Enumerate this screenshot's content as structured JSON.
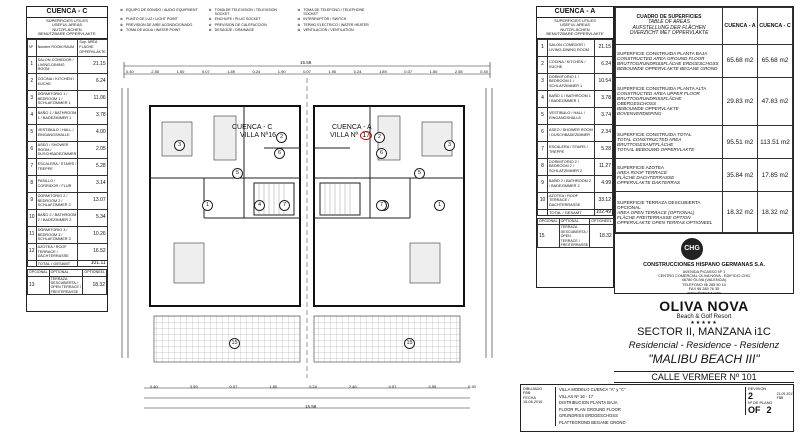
{
  "left_panel": {
    "title": "CUENCA - C",
    "header": [
      "SUPERFICIES UTILES",
      "USEFUL AREAS",
      "NUTZFLÄCHEN",
      "BENUTZBARE OPPERVLAKTE"
    ],
    "col_headers": [
      "Nº",
      "Nombre ROOM RAUM",
      "Sup. AREA FLÄCHE OPPERVLAKTE"
    ],
    "rows": [
      {
        "n": "1",
        "name": "SALON-COMEDOR / LIVING-DINING ROOM",
        "area": "21.15"
      },
      {
        "n": "2",
        "name": "COCINA / KITCHEN / KÜCHE",
        "area": "6.24"
      },
      {
        "n": "3",
        "name": "DORMITORIO 1 / BEDROOM 1 / SCHLAFZIMMER 1",
        "area": "11.06"
      },
      {
        "n": "4",
        "name": "BAÑO 1 / BATHROOM 1 / BADEZIMMER 1",
        "area": "3.78"
      },
      {
        "n": "5",
        "name": "VESTIBULO / HALL / EINGANGSHALLE",
        "area": "4.00"
      },
      {
        "n": "6",
        "name": "ASEO / SHOWER ROOM / DUSCHBADEZIMMER",
        "area": "2.05"
      },
      {
        "n": "7",
        "name": "ESCALERA / STAIRS / TREPPE",
        "area": "5.28"
      },
      {
        "n": "8",
        "name": "PASILLO / CORRIDOR / FLUR",
        "area": "3.14"
      },
      {
        "n": "9",
        "name": "DORMITORIO 2 / BEDROOM 2 / SCHLAFZIMMER 2",
        "area": "13.07"
      },
      {
        "n": "10",
        "name": "BAÑO 2 / BATHROOM 2 / BADEZIMMER 2",
        "area": "5.34"
      },
      {
        "n": "11",
        "name": "DORMITORIO 3 / BEDROOM 3 / SCHLAFZIMMER 3",
        "area": "10.26"
      },
      {
        "n": "12",
        "name": "AZOTEA / ROOF TERRACE / DACHTERRASSE",
        "area": "16.52"
      }
    ],
    "total_label": "TOTAL / GESAMT",
    "total": "101.11",
    "optional_header": [
      "OPCIONAL",
      "OPTIONAL",
      "OPTIONEEL"
    ],
    "optional_row": {
      "n": "13",
      "name": "TERRAZA DESCUBIERTA / OPEN TERRACE / FREITERRASSE",
      "area": "18.32"
    }
  },
  "top_legend": {
    "items": [
      "EQUIPO DE SONIDO / AUDIO EQUIPMENT",
      "TOMA DE TELEVISION / TELEVISION SOCKET",
      "TOMA DE TELEFONO / TELEPHONE SOCKET",
      "PUNTO DE LUZ / LIGHT POINT",
      "ENCHUFE / PLUG SOCKET",
      "INTERRUPTOR / SWITCH",
      "PREVISION DE AIRE ACONDICIONADO",
      "PREVISION DE CALEFACCION",
      "TERMO ELECTRICO / WATER HEATER",
      "TOMA DE AGUA / WATER POINT",
      "DESAGÜE / DRAINAGE",
      "VENTILACION / VENTILATION"
    ]
  },
  "plan": {
    "overall_dim": "15.58",
    "label_c": "CUENCA - C",
    "villa_c": "VILLA Nº16",
    "label_a": "CUENCA - A",
    "villa_a": "VILLA Nº",
    "villa_a_num": "17",
    "top_dims": [
      "0.40",
      "2.55",
      "1.50",
      "0.07",
      "1.89",
      "0.24",
      "1.90",
      "0.07",
      "1.90",
      "0.24",
      "1.89",
      "0.07",
      "1.50",
      "2.55",
      "0.40"
    ],
    "bottom_dims": [
      "0.40",
      "3.59",
      "0.07",
      "1.80",
      "0.24",
      "2.46",
      "0.07",
      "3.59",
      "0.40"
    ],
    "bottom_total": "15.58",
    "room_numbers_c": [
      "1",
      "2",
      "3",
      "4",
      "5",
      "6",
      "7",
      "15"
    ],
    "room_numbers_a": [
      "1",
      "2",
      "3",
      "4",
      "5",
      "6",
      "7",
      "15"
    ]
  },
  "right_panel": {
    "title": "CUENCA - A",
    "header": [
      "SUPERFICIES UTILES",
      "USEFUL AREAS",
      "NUTZFLÄCHEN",
      "BENUTZBARE OPPERVLAKTE"
    ],
    "rows": [
      {
        "n": "1",
        "name": "SALON-COMEDOR / LIVING-DINING ROOM",
        "area": "21.15"
      },
      {
        "n": "2",
        "name": "COCINA / KITCHEN / KÜCHE",
        "area": "6.24"
      },
      {
        "n": "3",
        "name": "DORMITORIO 1 / BEDROOM 1 / SCHLAFZIMMER 1",
        "area": "10.54"
      },
      {
        "n": "4",
        "name": "BAÑO 1 / BATHROOM 1 / BADEZIMMER 1",
        "area": "3.78"
      },
      {
        "n": "5",
        "name": "VESTIBULO / HALL / EINGANGSHALLE",
        "area": "3.74"
      },
      {
        "n": "6",
        "name": "ASEO / SHOWER ROOM / DUSCHBADEZIMMER",
        "area": "2.34"
      },
      {
        "n": "7",
        "name": "ESCALERA / STAIRS / TREPPE",
        "area": "5.28"
      },
      {
        "n": "8",
        "name": "DORMITORIO 2 / BEDROOM 2 / SCHLAFZIMMER 2",
        "area": "11.27"
      },
      {
        "n": "9",
        "name": "BAÑO 2 / BATHROOM 2 / BADEZIMMER 2",
        "area": "4.99"
      },
      {
        "n": "10",
        "name": "AZOTEA / ROOF TERRACE / DACHTERRASSE",
        "area": "33.12"
      }
    ],
    "total_label": "TOTAL / GESAMT",
    "total": "102.49",
    "optional_header": [
      "OPCIONAL",
      "OPTIONAL",
      "OPTIONEEL"
    ],
    "optional_row": {
      "n": "15",
      "name": "TERRAZA DESCUBIERTA / OPEN TERRACE / FREITERRASSE",
      "area": "18.32"
    }
  },
  "surfaces": {
    "header": [
      "CUADRO DE SUPERFICIES",
      "TABLE OF AREAS",
      "AUFSTELLUNG DER FLÄCHEN",
      "OVERZICHT MET OPPERVLAKTE"
    ],
    "col_a": "CUENCA - A",
    "col_c": "CUENCA - C",
    "rows": [
      {
        "lines": [
          "SUPERFICIE CONSTRUIDA PLANTA BAJA",
          "CONSTRUCTED AREA GROUND FLOOR",
          "BRUTTOGRUNDRISSFLÄCHE ERDGESCHOSS",
          "BEBOUWDE OPPERVLAKTE BEGANE GROND"
        ],
        "a": "65.68 m2",
        "c": "65.68 m2"
      },
      {
        "lines": [
          "SUPERFICIE CONSTRUIDA PLANTA ALTA",
          "CONSTRUCTED AREA UPPER FLOOR",
          "BRUTTOGRUNDRISSFLÄCHE OBERGESCHOSS",
          "BEBOUWDE OPPERVLAKTE BOVENVERDIEPING"
        ],
        "a": "29.83 m2",
        "c": "47.83 m2"
      },
      {
        "lines": [
          "SUPERFICIE CONSTRUIDA TOTAL",
          "TOTAL CONSTRUCTED AREA",
          "BRUTTOGESAMTFLÄCHE",
          "TOTAAL BEBOUWD OPPERVLAKTE"
        ],
        "a": "95.51 m2",
        "c": "113.51 m2"
      },
      {
        "lines": [
          "SUPERFICIE AZOTEA",
          "AREA ROOF TERRACE",
          "FLÄCHE DACHTERRASSE",
          "OPPERVLAKTE DAKTERRAS"
        ],
        "a": "35.84 m2",
        "c": "17.85 m2"
      },
      {
        "lines": [
          "SUPERFICIE TERRAZA DESCUBIERTA OPCIONAL",
          "AREA OPEN TERRACE (OPTIONAL)",
          "FLÄCHE FREITERRASSE OPTION",
          "OPPERVLAKTE OPEN TERRAS OPTIONEEL"
        ],
        "a": "18.32 m2",
        "c": "18.32 m2"
      }
    ]
  },
  "company": {
    "logo_text": "CHG",
    "name": "CONSTRUCCIONES HISPANO GERMANAS S.A.",
    "lines": [
      "AVENIDA PICASSO Nº 1",
      "CENTRO COMERCIAL OLIVA NOVA - EDIFICIO CHG",
      "46780 OLIVA (VALENCIA)",
      "TELEFONO 96 285 50 10",
      "FAX 96 285 76 35",
      "www.olivanova.com"
    ]
  },
  "resort": {
    "name": "OLIVA NOVA",
    "sub": "Beach & Golf Resort",
    "stars": "★★★★★"
  },
  "project": {
    "sector": "SECTOR  II, MANZANA  i1C",
    "residential": "Residencial - Residence - Residenz",
    "name": "\"MALIBU BEACH III\"",
    "street": "CALLE VERMEER  Nº 101"
  },
  "titleblock": {
    "left_labels": [
      "DIBUJADO",
      "FBB",
      "FECHA",
      "15-06-2016"
    ],
    "lines": [
      "VILLA MODELO CUENCA \"A\" y \"C\"",
      "VILLAS Nº 16 - 17",
      "DISTRIBUCION PLANTA BAJA",
      "FLOOR PLAN GROUND FLOOR",
      "GRUNDRISS ERDGESCHOSS",
      "PLATTEGROND BEGANE GROND"
    ],
    "revision_label": "REVISION",
    "revision": "2",
    "rev_date": "21-09-2017",
    "rev_by": "FBB",
    "plano_label": "Nº DE PLANO",
    "sheet_code": "OF",
    "sheet_num": "2"
  }
}
